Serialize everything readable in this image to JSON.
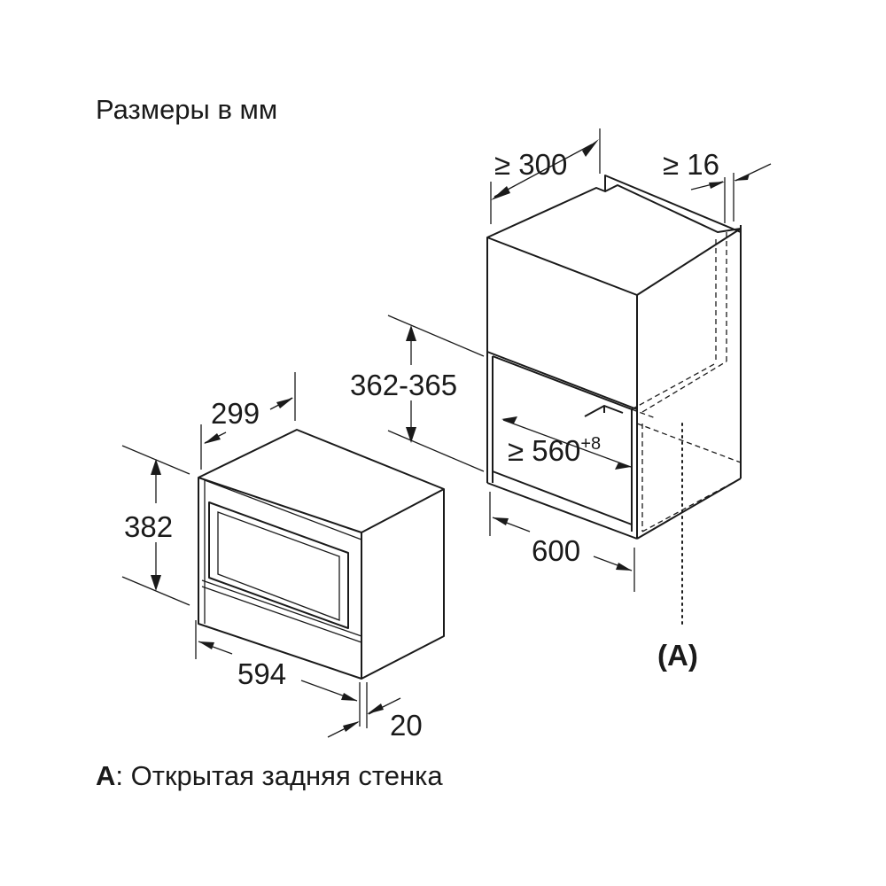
{
  "header": {
    "title": "Размеры в мм"
  },
  "dimensions": {
    "cabinet_depth": "≥ 300",
    "cabinet_side_gap": "≥ 16",
    "niche_height": "362-365",
    "niche_width_main": "≥ 560",
    "niche_width_tolerance": "+8",
    "cabinet_width": "600",
    "device_depth": "299",
    "device_height": "382",
    "device_width": "594",
    "device_front_depth": "20"
  },
  "callout": {
    "label": "(A)"
  },
  "legend": {
    "key": "A",
    "separator": ":",
    "text": " Открытая задняя стенка"
  }
}
